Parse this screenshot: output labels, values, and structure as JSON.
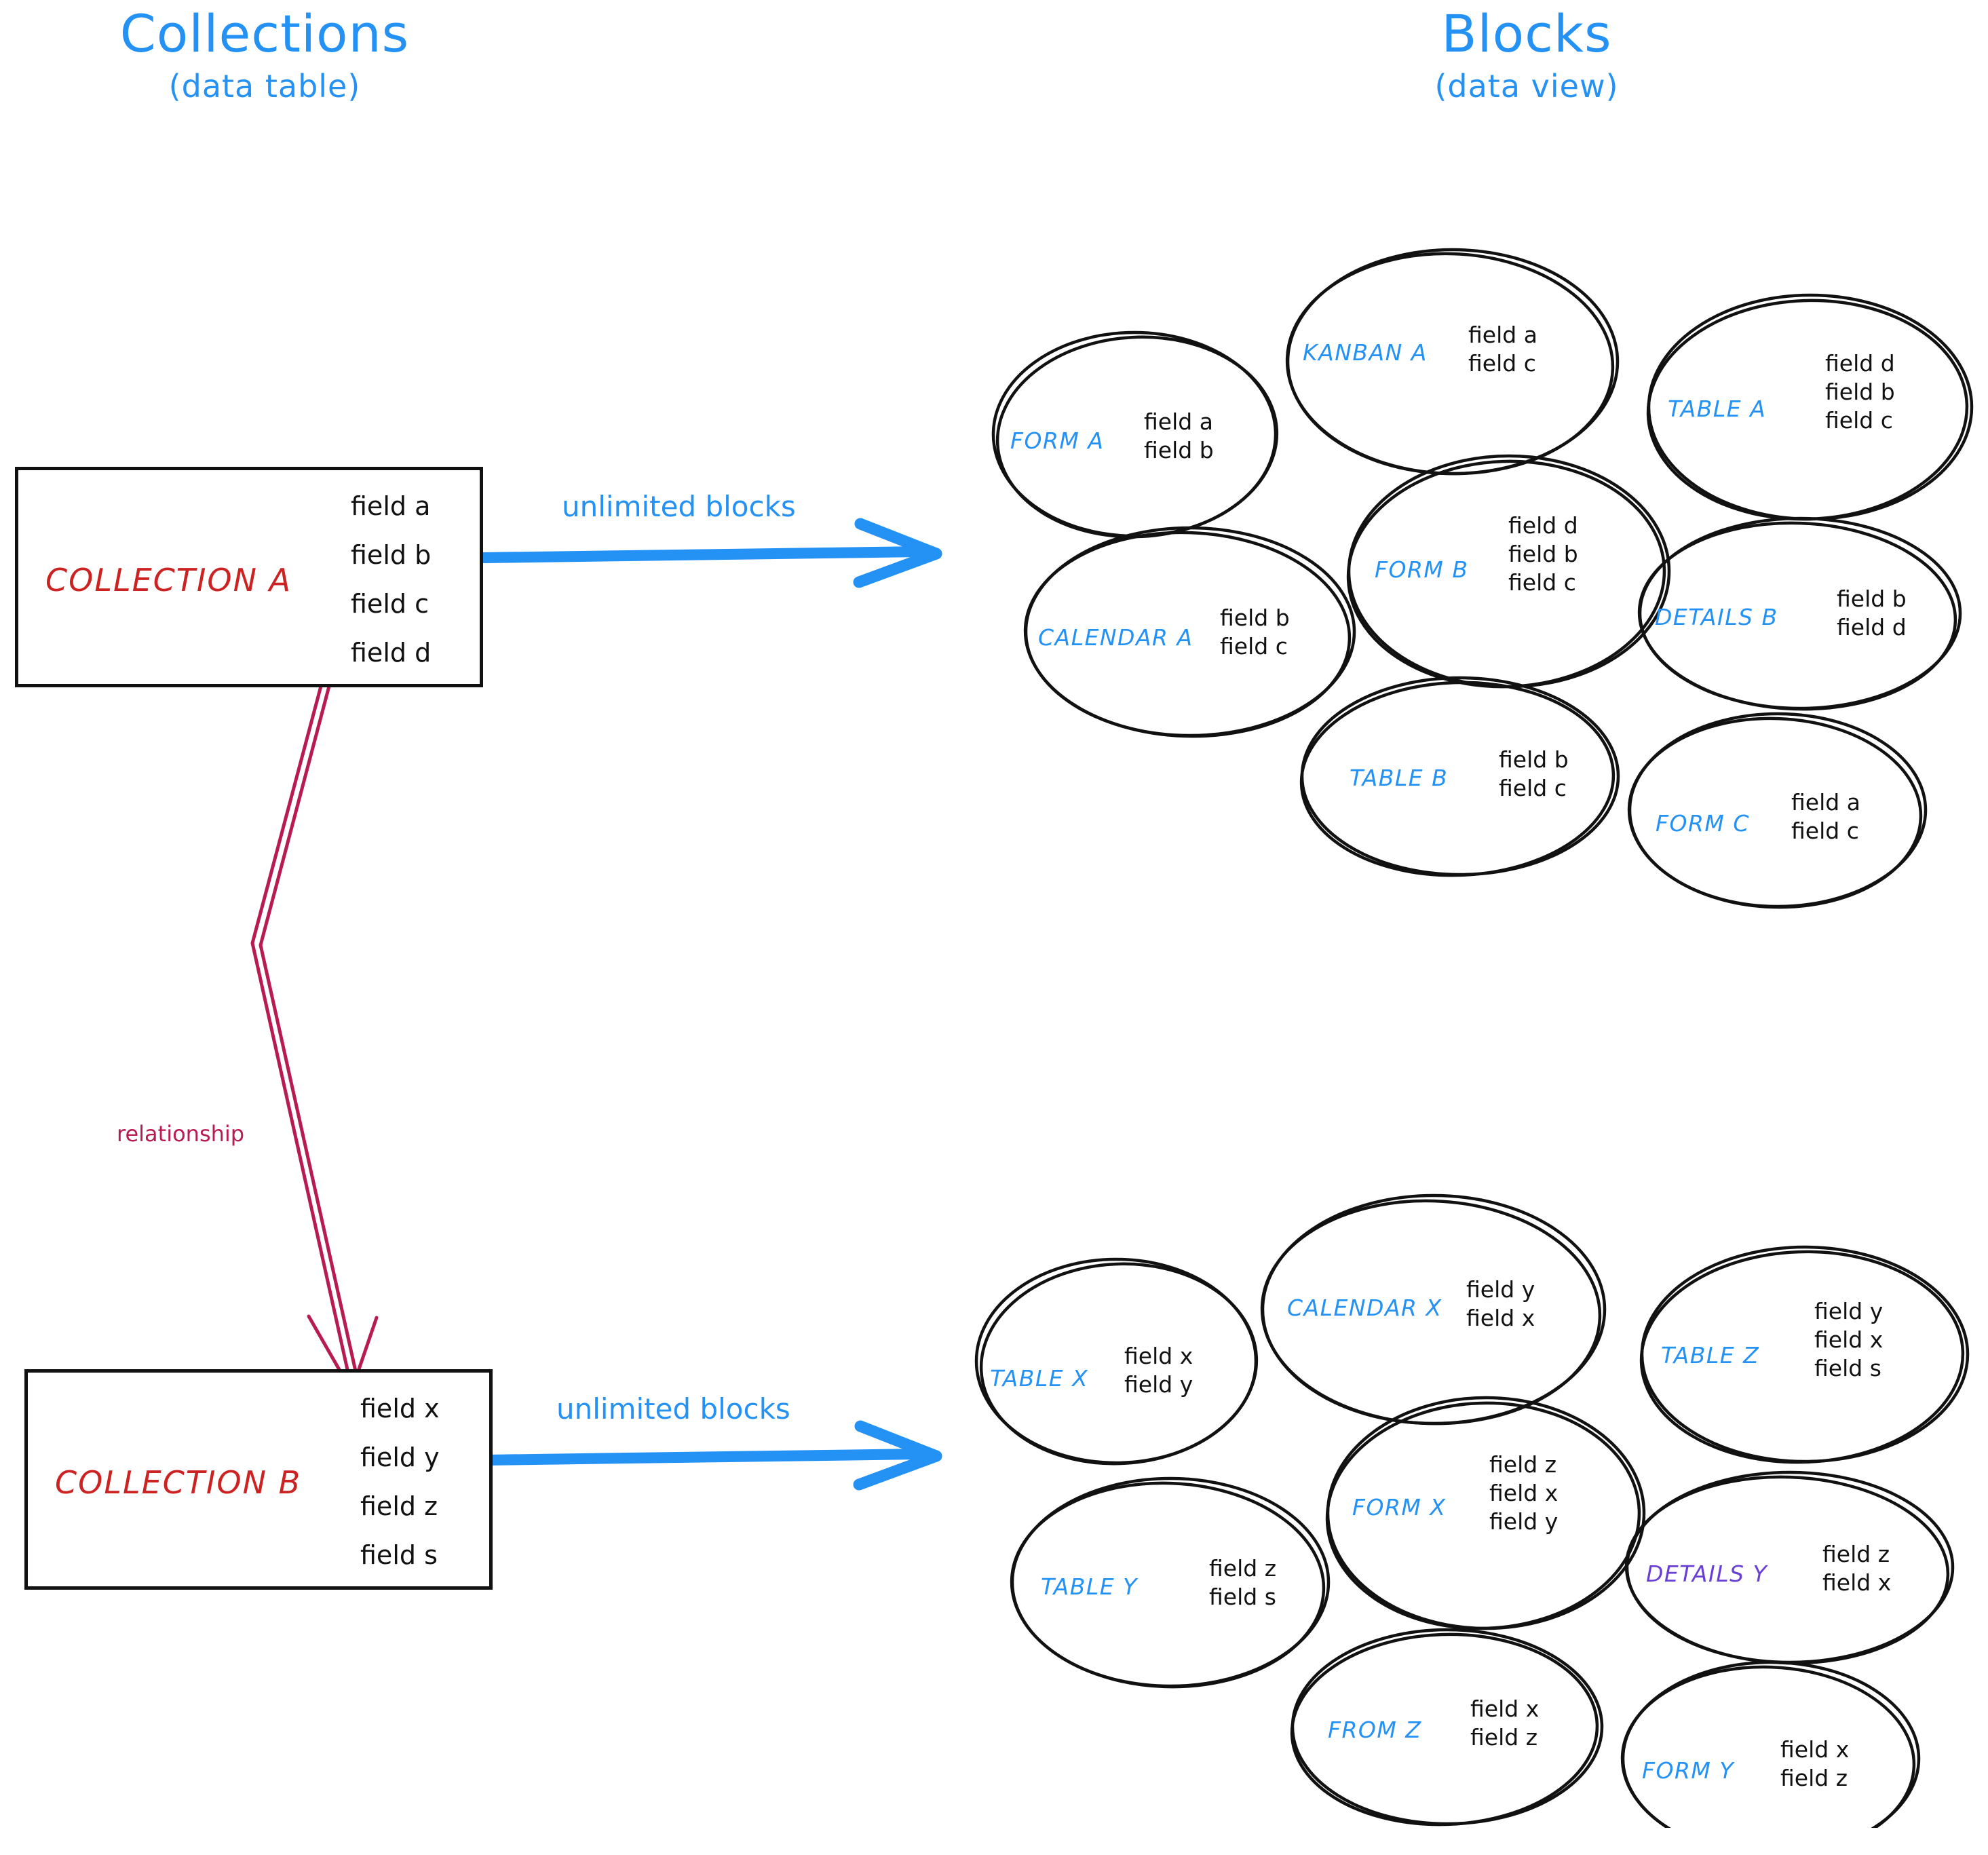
{
  "columns": {
    "left": {
      "title": "Collections",
      "subtitle": "(data table)"
    },
    "right": {
      "title": "Blocks",
      "subtitle": "(data view)"
    }
  },
  "colors": {
    "accent_blue": "#2491f5",
    "collection_red": "#cc2222",
    "relationship_crimson": "#b81a52",
    "details_purple": "#6a3fd6",
    "outline_black": "#111111",
    "background": "#ffffff"
  },
  "collections": [
    {
      "name": "COLLECTION A",
      "fields": [
        "field a",
        "field b",
        "field c",
        "field d"
      ],
      "arrow_label": "unlimited blocks"
    },
    {
      "name": "COLLECTION B",
      "fields": [
        "field x",
        "field y",
        "field z",
        "field s"
      ],
      "arrow_label": "unlimited blocks"
    }
  ],
  "relationship": {
    "label": "relationship"
  },
  "blocks_top": [
    {
      "label": "FORM A",
      "fields": [
        "field a",
        "field b"
      ],
      "color": "blue"
    },
    {
      "label": "KANBAN A",
      "fields": [
        "field a",
        "field c"
      ],
      "color": "blue"
    },
    {
      "label": "TABLE A",
      "fields": [
        "field d",
        "field b",
        "field c"
      ],
      "color": "blue"
    },
    {
      "label": "CALENDAR A",
      "fields": [
        "field b",
        "field c"
      ],
      "color": "blue"
    },
    {
      "label": "FORM B",
      "fields": [
        "field d",
        "field b",
        "field c"
      ],
      "color": "blue"
    },
    {
      "label": "DETAILS B",
      "fields": [
        "field b",
        "field d"
      ],
      "color": "blue"
    },
    {
      "label": "TABLE B",
      "fields": [
        "field b",
        "field c"
      ],
      "color": "blue"
    },
    {
      "label": "FORM C",
      "fields": [
        "field a",
        "field c"
      ],
      "color": "blue"
    }
  ],
  "blocks_bottom": [
    {
      "label": "TABLE X",
      "fields": [
        "field x",
        "field y"
      ],
      "color": "blue"
    },
    {
      "label": "CALENDAR X",
      "fields": [
        "field y",
        "field x"
      ],
      "color": "blue"
    },
    {
      "label": "TABLE Z",
      "fields": [
        "field y",
        "field x",
        "field s"
      ],
      "color": "blue"
    },
    {
      "label": "TABLE Y",
      "fields": [
        "field z",
        "field s"
      ],
      "color": "blue"
    },
    {
      "label": "FORM X",
      "fields": [
        "field z",
        "field x",
        "field y"
      ],
      "color": "blue"
    },
    {
      "label": "DETAILS Y",
      "fields": [
        "field z",
        "field x"
      ],
      "color": "purple"
    },
    {
      "label": "FROM Z",
      "fields": [
        "field x",
        "field z"
      ],
      "color": "blue"
    },
    {
      "label": "FORM Y",
      "fields": [
        "field x",
        "field z"
      ],
      "color": "blue"
    }
  ]
}
